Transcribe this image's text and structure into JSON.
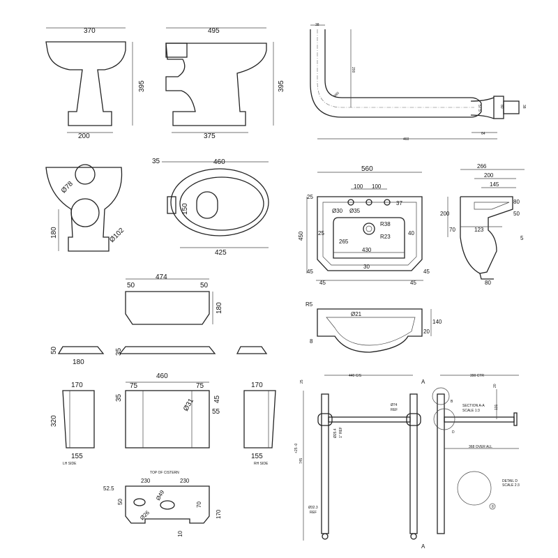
{
  "pan_front": {
    "width": "370",
    "height": "395",
    "base": "200"
  },
  "pan_side": {
    "length": "495",
    "height": "395",
    "base": "375"
  },
  "pipe": {
    "dia": "38",
    "rise": "200",
    "radius": "R80",
    "collar": "57.5",
    "flange": "80",
    "spigot": "38",
    "collar_len": "64",
    "length": "460"
  },
  "pan_rear": {
    "outlet": "Ø78",
    "inlet": "Ø102",
    "height": "180"
  },
  "pan_top": {
    "offset": "35",
    "length": "460",
    "seat": "150",
    "depth": "425"
  },
  "basin": {
    "width": "560",
    "tap1": "100",
    "tap2": "100",
    "top": "25",
    "hole1": "Ø30",
    "hole2": "Ø35",
    "hole3": "37",
    "r1": "R38",
    "r2": "R23",
    "left": "25",
    "right": "40",
    "bowl_h": "265",
    "bowl_w": "430",
    "depth": "450",
    "front": "30",
    "cl": "45",
    "cr": "45",
    "bl": "45",
    "br": "45"
  },
  "basin_side": {
    "depth": "266",
    "d2": "200",
    "d3": "145",
    "h1": "80",
    "h2": "200",
    "h3": "50",
    "w1": "70",
    "w2": "123",
    "w3": "5",
    "foot": "80"
  },
  "basin_section": {
    "radius": "R5",
    "waste": "Ø21",
    "height": "140",
    "lip": "20",
    "wall": "8"
  },
  "cistern_lid": {
    "width": "474",
    "left": "50",
    "right": "50",
    "height": "180",
    "side_h": "50",
    "side_w": "180",
    "front_h": "35"
  },
  "cistern_front": {
    "width": "460",
    "left": "75",
    "right": "75",
    "top": "35",
    "hole": "Ø31",
    "angle": "45",
    "offset": "55"
  },
  "lh_side": {
    "top": "170",
    "height": "320",
    "bottom": "155",
    "label": "LH SIDE"
  },
  "rh_side": {
    "top": "170",
    "bottom": "155",
    "label": "RH SIDE"
  },
  "cistern_top": {
    "label": "TOP OF CISTERN",
    "edge": "52.5",
    "w1": "230",
    "w2": "230",
    "d1": "50",
    "hole1": "Ø49",
    "d2": "70",
    "hole2": "Ø26",
    "depth": "170",
    "wall": "10"
  },
  "stand_front": {
    "spacing": "440 C/S",
    "top": "25",
    "section": "A",
    "section2": "A",
    "ring": "Ø74",
    "ring_ref": "REF",
    "rail": "Ø25.4",
    "rail_ref": "1\" REF",
    "height": "745",
    "tol": "+25 -0",
    "leg": "Ø32.3",
    "leg_ref": "REF"
  },
  "stand_side": {
    "ctr": "390 CTR",
    "top": "20",
    "height": "131",
    "b": "B",
    "title": "SECTION A-A",
    "scale": "SCALE 1:3",
    "d": "D",
    "overall": "368 OVER ALL",
    "detail": "DETAIL D",
    "detail_scale": "SCALE 2:3",
    "detail_mark": "8"
  }
}
